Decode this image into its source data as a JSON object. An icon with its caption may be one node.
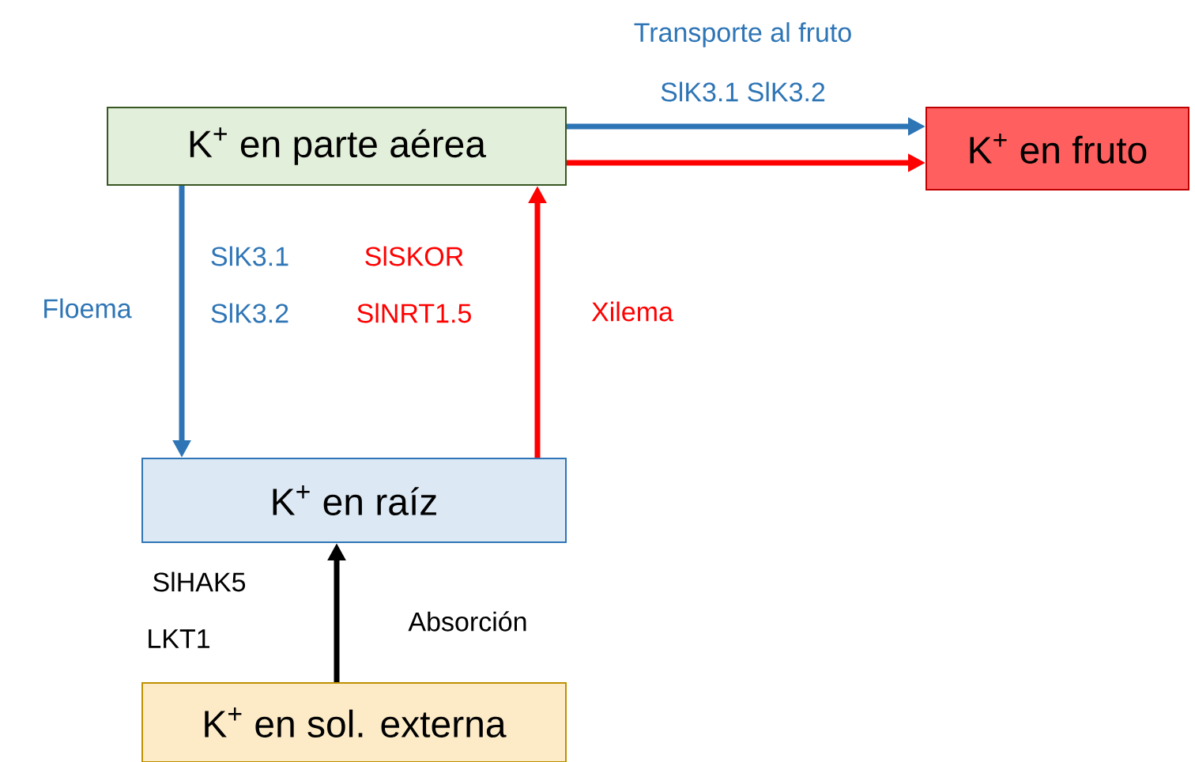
{
  "diagram": {
    "nodes": [
      {
        "text": [
          "K$^{+}$ en parte aérea"
        ]
      },
      {
        "text": [
          "K$^{+}$ en fruto"
        ]
      },
      {
        "text": [
          "K$^{+}$ en raíz"
        ]
      },
      {
        "text": [
          "K$^{+}$ en sol. externa"
        ]
      }
    ],
    "edges": [
      {
        "from": 0,
        "to": 1,
        "arrow": "to",
        "label": "Transporte al fruto",
        "color": "#2e75b6"
      },
      {
        "from": 0,
        "to": 1,
        "arrow": "to",
        "color": "#ff0000"
      },
      {
        "from": 0,
        "to": 2,
        "arrow": "to",
        "label": "Floema",
        "color": "#2e75b6"
      },
      {
        "from": 2,
        "to": 0,
        "arrow": "to",
        "label": "Xilema",
        "color": "#ff0000"
      },
      {
        "from": 3,
        "to": 2,
        "arrow": "to",
        "label": "Absorción",
        "color": "#000000"
      }
    ],
    "labels": [
      "SlK3.1 SlK3.2",
      "SlK3.1",
      "SlK3.2",
      "SlSKOR",
      "SlNRT1.5",
      "SlHAK5",
      "LKT1"
    ]
  }
}
